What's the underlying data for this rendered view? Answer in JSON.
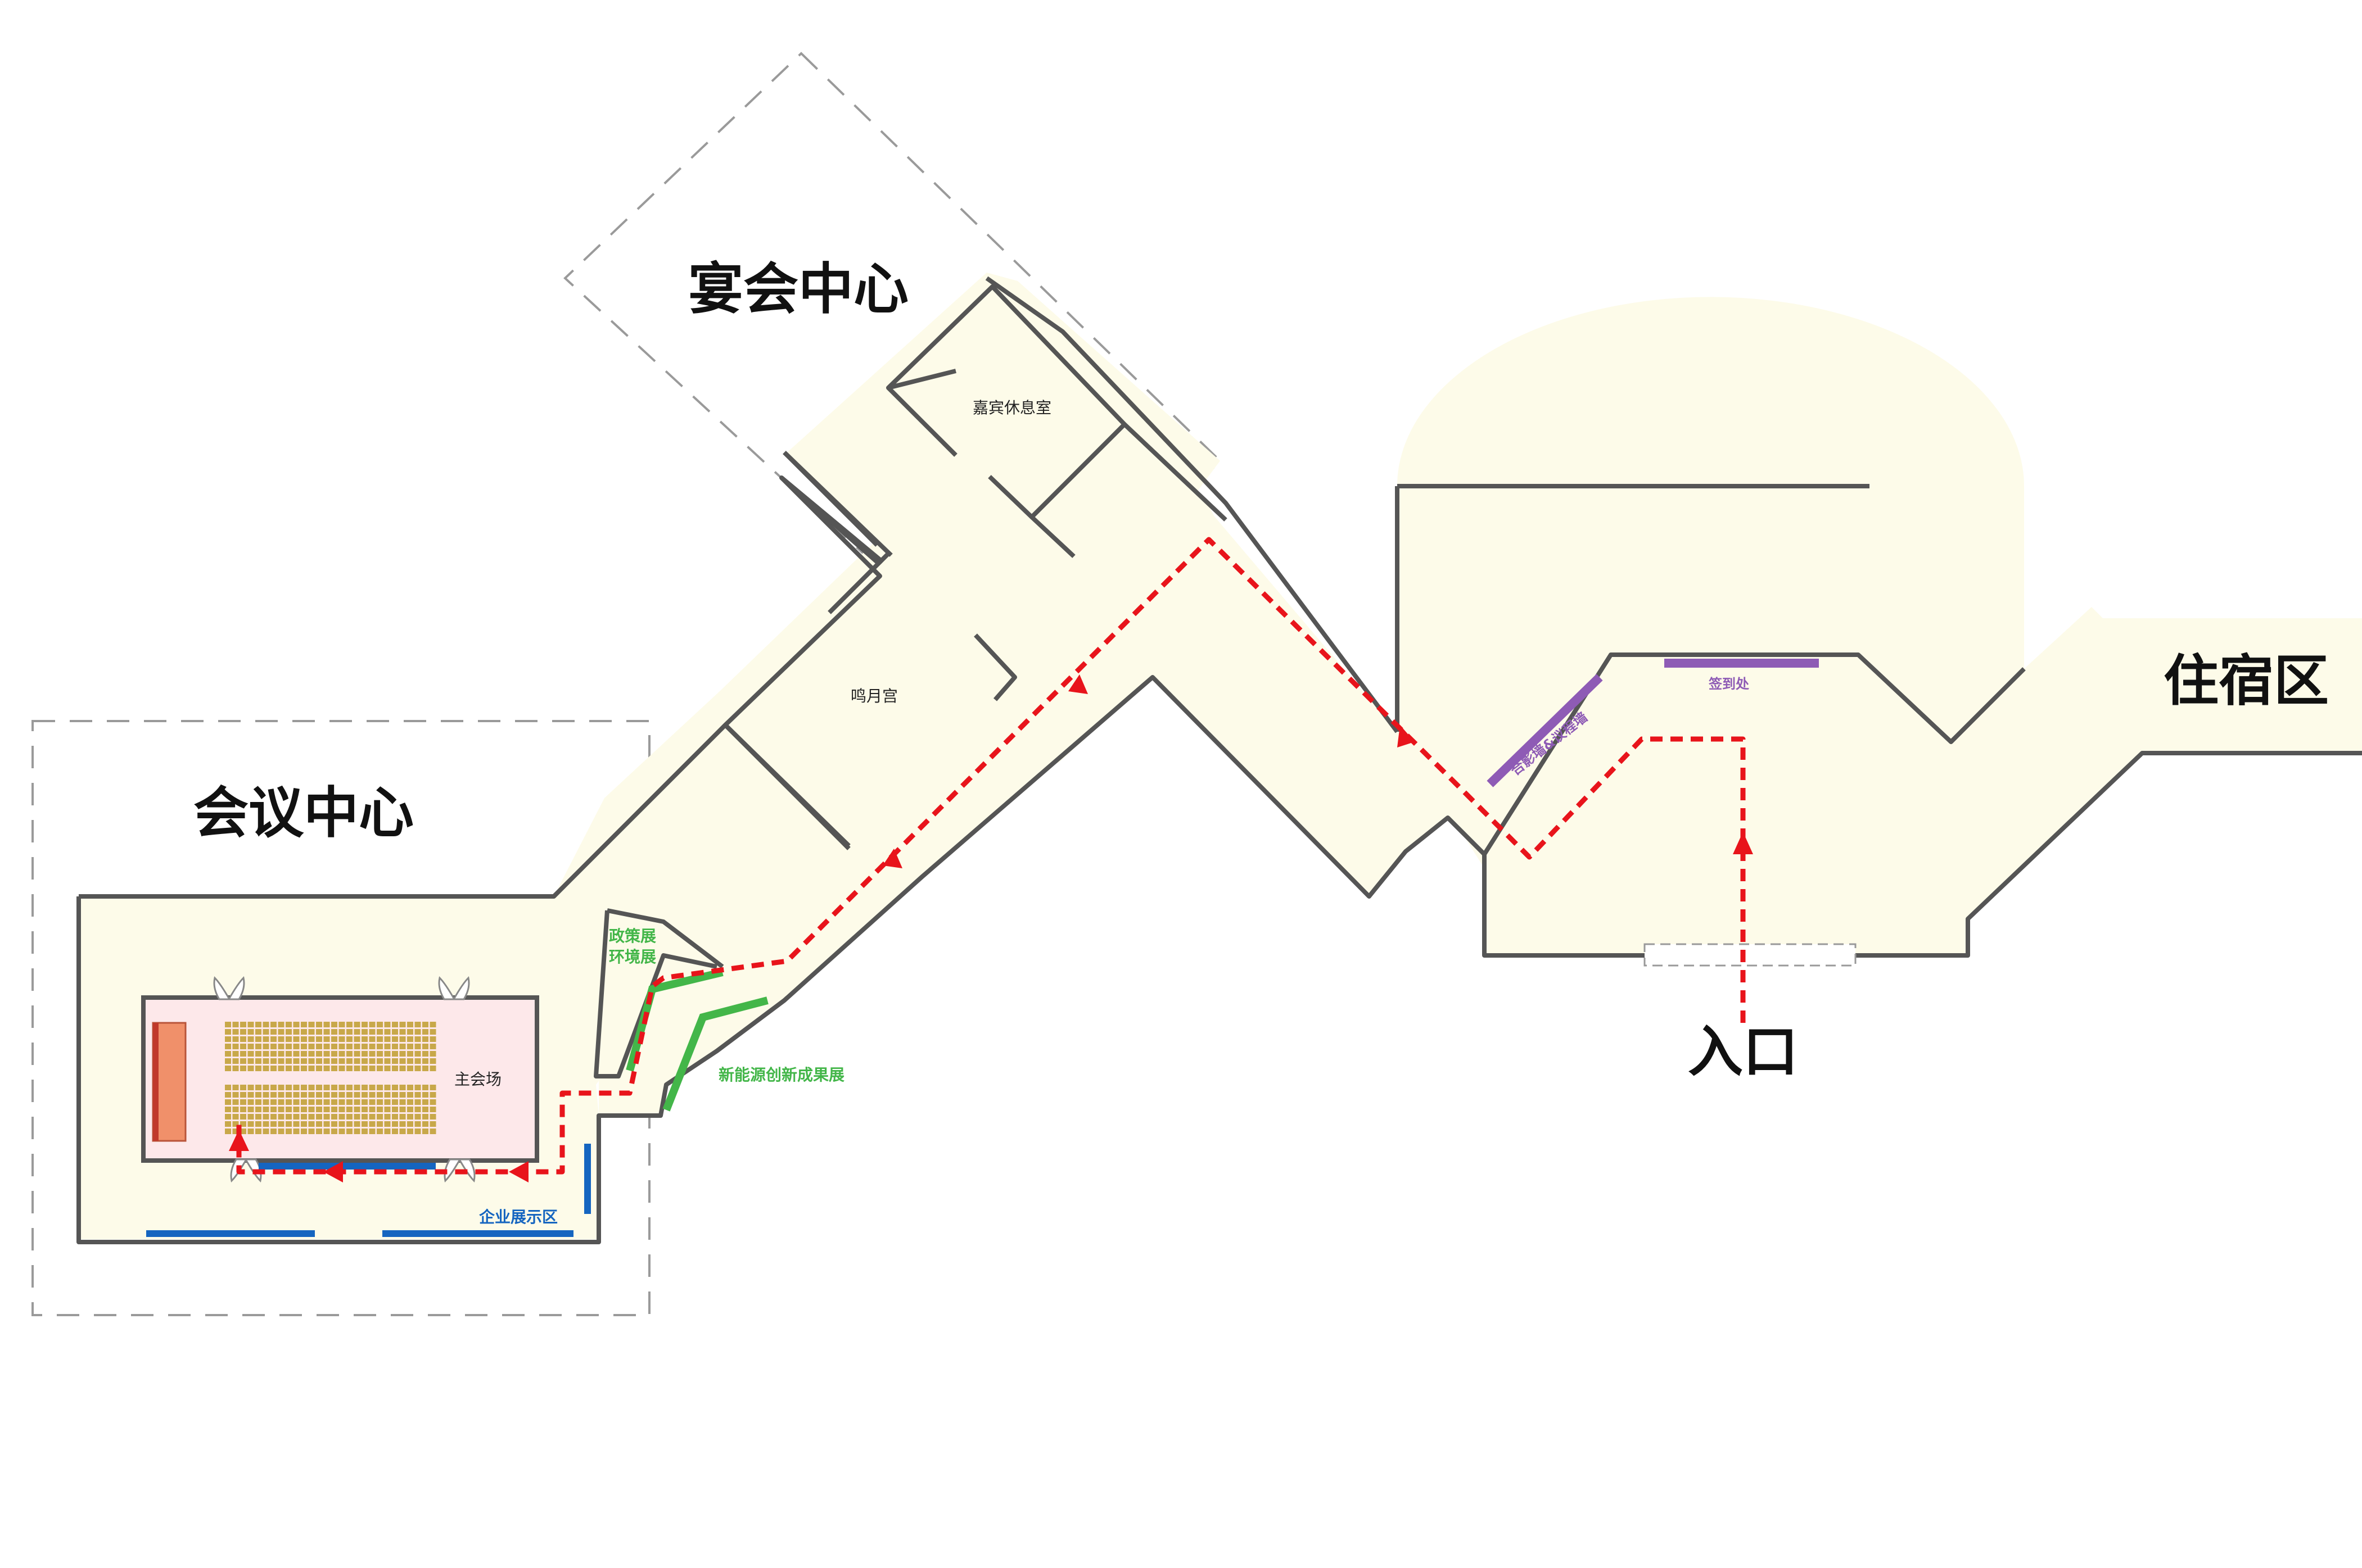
{
  "zones": {
    "banquet": "宴会中心",
    "conference": "会议中心",
    "lodging": "住宿区",
    "entrance": "入口"
  },
  "rooms": {
    "vip_lounge": "嘉宾休息室",
    "mingyue": "鸣月宫",
    "main_hall": "主会场"
  },
  "exhibits": {
    "policy_env": [
      "政策展",
      "环境展"
    ],
    "new_energy": "新能源创新成果展",
    "enterprise": "企业展示区",
    "photo_wall": "合影墙&议程墙",
    "sign_in": "签到处"
  },
  "colors": {
    "floor": "#fdfbe9",
    "hall_pink": "#fde8ea",
    "wall": "#555555",
    "route": "#e8141b",
    "green_exhibit": "#43b649",
    "blue_exhibit": "#1565c0",
    "purple_exhibit": "#8e5bb5",
    "seat": "#c8a84a",
    "stage": "#f0906a"
  },
  "icons": {
    "route_arrow": "red-dashed-arrow-icon",
    "door": "double-door-icon"
  }
}
